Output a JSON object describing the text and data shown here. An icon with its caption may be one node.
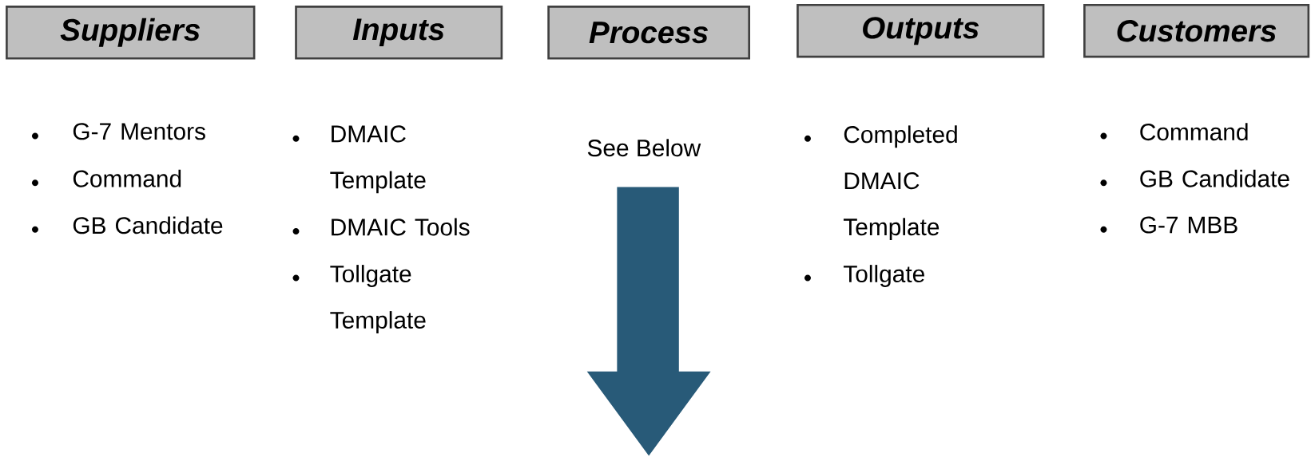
{
  "diagram": {
    "nodes": [
      {
        "text": [
          "Suppliers"
        ]
      },
      {
        "text": [
          "Inputs"
        ]
      },
      {
        "text": [
          "Process"
        ]
      },
      {
        "text": [
          "Outputs"
        ]
      },
      {
        "text": [
          "Customers"
        ]
      }
    ],
    "labels": [
      "G-7 Mentors",
      "Command",
      "GB Candidate",
      "DMAIC Template",
      "DMAIC Tools",
      "Tollgate Template",
      "See Below",
      "Completed DMAIC Template",
      "Tollgate",
      "Command",
      "GB Candidate",
      "G-7 MBB"
    ]
  }
}
